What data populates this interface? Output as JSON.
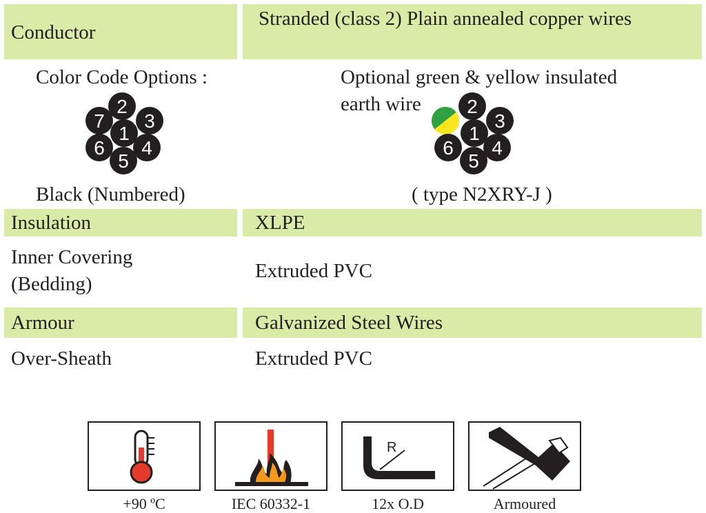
{
  "rows": [
    {
      "label": "Conductor",
      "value": "Stranded (class 2) Plain annealed copper wires"
    },
    {
      "label": "Insulation",
      "value": "XLPE"
    },
    {
      "label_line1": "Inner Covering",
      "label_line2": "(Bedding)",
      "value": "Extruded PVC"
    },
    {
      "label": "Armour",
      "value": "Galvanized Steel Wires"
    },
    {
      "label": "Over-Sheath",
      "value": "Extruded PVC"
    }
  ],
  "color_code": {
    "left_title": "Color Code Options :",
    "left_caption": "Black (Numbered)",
    "right_title_line1": "Optional green & yellow insulated",
    "right_title_line2": "earth wire",
    "right_caption": "( type N2XRY-J )",
    "left_cores": [
      "1",
      "2",
      "3",
      "4",
      "5",
      "6",
      "7"
    ],
    "right_cores": [
      "1",
      "2",
      "3",
      "4",
      "5",
      "6"
    ]
  },
  "icons": [
    {
      "icon": "thermometer-icon",
      "caption": "+90 ºC"
    },
    {
      "icon": "flame-test-icon",
      "caption": "IEC 60332-1"
    },
    {
      "icon": "bend-radius-icon",
      "caption": "12x O.D"
    },
    {
      "icon": "armour-icon",
      "caption": "Armoured"
    }
  ],
  "colors": {
    "band": "#d9eba7",
    "text": "#231f20",
    "earth_green": "#2fa043",
    "earth_yellow": "#f7e71c",
    "thermo_red": "#e33a2c",
    "flame_orange": "#f39a1e"
  }
}
